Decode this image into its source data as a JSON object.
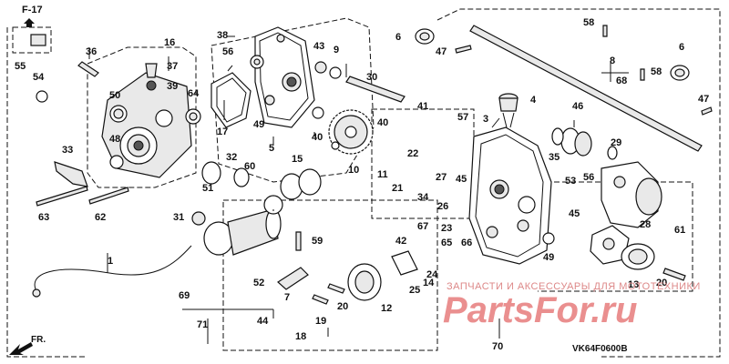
{
  "figure": {
    "ref_label": "F-17",
    "diagram_code": "VK64F0600B",
    "direction_label": "FR."
  },
  "watermark": {
    "top_text": "ЗАПЧАСТИ И АКСЕССУАРЫ ДЛЯ МОТОТЕХНИКИ",
    "logo_text": "PartsFor.ru"
  },
  "callouts": [
    "1",
    "3",
    "4",
    "5",
    "6",
    "6",
    "7",
    "8",
    "9",
    "10",
    "11",
    "12",
    "13",
    "14",
    "15",
    "16",
    "17",
    "18",
    "19",
    "20",
    "20",
    "21",
    "22",
    "23",
    "24",
    "25",
    "26",
    "27",
    "28",
    "29",
    "30",
    "31",
    "32",
    "33",
    "34",
    "35",
    "36",
    "37",
    "38",
    "39",
    "40",
    "40",
    "41",
    "42",
    "43",
    "44",
    "45",
    "45",
    "46",
    "47",
    "47",
    "48",
    "49",
    "49",
    "50",
    "51",
    "52",
    "53",
    "54",
    "55",
    "56",
    "56",
    "57",
    "58",
    "58",
    "59",
    "60",
    "61",
    "62",
    "63",
    "64",
    "65",
    "66",
    "67",
    "68",
    "69",
    "70",
    "71"
  ]
}
